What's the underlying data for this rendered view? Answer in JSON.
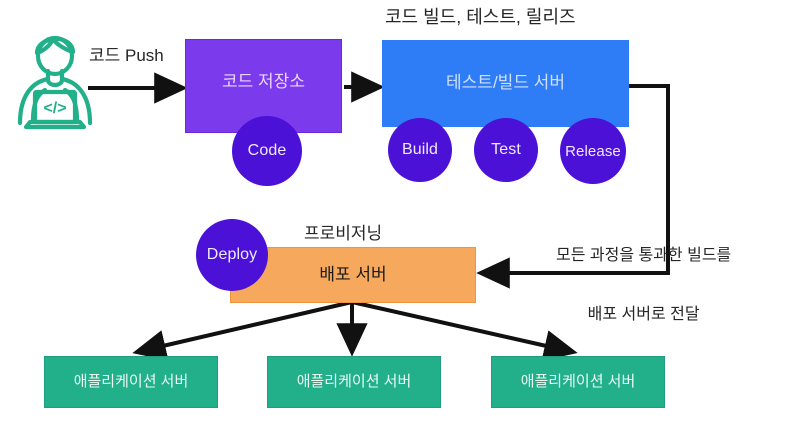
{
  "diagram": {
    "title_semantic": "CI/CD pipeline flow diagram",
    "colors": {
      "repo_fill": "#7C3AED",
      "build_server_fill": "#2E7DF7",
      "deploy_server_fill": "#F6A85C",
      "app_server_fill": "#21B08A",
      "circle_fill": "#4B11D6",
      "developer_icon": "#22B08A",
      "arrow": "#111111",
      "label_text": "#262626"
    }
  },
  "actors": {
    "developer": {
      "icon": "developer-laptop-icon",
      "code_glyph": "</>"
    }
  },
  "nodes": {
    "repo": {
      "label": "코드 저장소"
    },
    "build_server": {
      "label": "테스트/빌드 서버"
    },
    "deploy_server": {
      "label": "배포 서버"
    },
    "app_servers": [
      {
        "label": "애플리케이션 서버"
      },
      {
        "label": "애플리케이션 서버"
      },
      {
        "label": "애플리케이션 서버"
      }
    ]
  },
  "stages": {
    "code": "Code",
    "build": "Build",
    "test": "Test",
    "release": "Release",
    "deploy": "Deploy"
  },
  "labels": {
    "push": "코드 Push",
    "pipeline": "코드 빌드, 테스트, 릴리즈",
    "provisioning": "프로비저닝",
    "transfer_line1": "모든 과정을 통과한 빌드를",
    "transfer_line2": "배포 서버로 전달"
  }
}
